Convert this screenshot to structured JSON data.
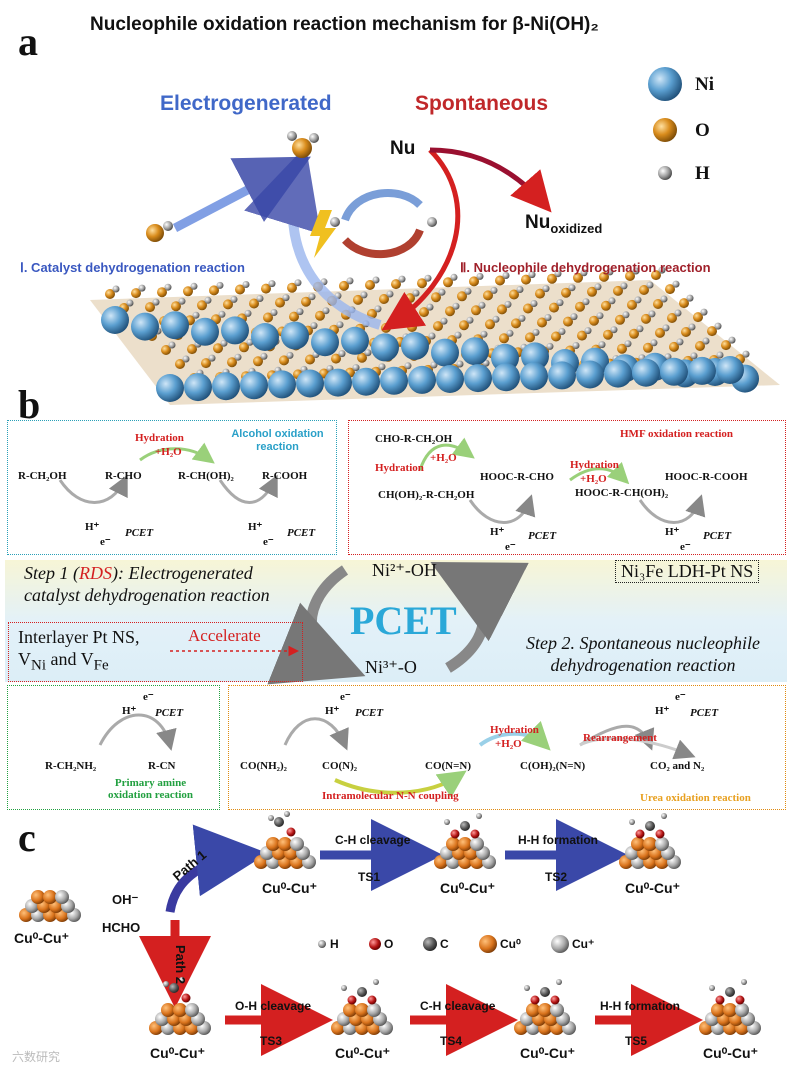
{
  "panels": {
    "a": "a",
    "b": "b",
    "c": "c"
  },
  "a": {
    "title": "Nucleophile oxidation reaction mechanism for β-Ni(OH)₂",
    "electrogenerated": "Electrogenerated",
    "spontaneous": "Spontaneous",
    "nu": "Nu",
    "nu_ox_main": "Nu",
    "nu_ox_sub": "oxidized",
    "reaction1": "Ⅰ. Catalyst dehydrogenation reaction",
    "reaction2": "Ⅱ. Nucleophile dehydrogenation reaction",
    "legend": [
      "Ni",
      "O",
      "H"
    ],
    "colors": {
      "ni": "#5b9fd0",
      "o": "#d98c1c",
      "h": "#9a9a9a",
      "blue": "#4068c8",
      "red": "#c0282a"
    }
  },
  "b": {
    "alcohol": {
      "title": "Alcohol oxidation reaction",
      "hydration": "Hydration",
      "h2o": "+H₂O",
      "species": [
        "R-CH₂OH",
        "R-CHO",
        "R-CH(OH)₂",
        "R-COOH"
      ],
      "hplus": "H⁺",
      "eminus": "e⁻",
      "pcet": "PCET"
    },
    "hmf": {
      "title": "HMF oxidation reaction",
      "hydration": "Hydration",
      "h2o": "+H₂O",
      "hydration2": "Hydration",
      "h2o2": "+H₂O",
      "s1": "CHO-R-CH₂OH",
      "s2": "CH(OH)₂-R-CH₂OH",
      "s3": "HOOC-R-CHO",
      "s4": "HOOC-R-CH(OH)₂",
      "s5": "HOOC-R-COOH",
      "hplus": "H⁺",
      "eminus": "e⁻",
      "pcet": "PCET"
    },
    "step1_a": "Step 1 (",
    "step1_rds": "RDS",
    "step1_b": "): Electrogenerated",
    "step1_c": "catalyst dehydrogenation reaction",
    "ni_label": "Ni₃Fe LDH-Pt NS",
    "ni2": "Ni²⁺-OH",
    "ni3": "Ni³⁺-O",
    "pcet_center": "PCET",
    "interlayer1": "Interlayer Pt NS,",
    "interlayer2": "V",
    "interlayer2_sub1": "Ni",
    "interlayer2_and": " and V",
    "interlayer2_sub2": "Fe",
    "accelerate": "Accelerate",
    "step2_a": "Step 2. Spontaneous nucleophile",
    "step2_b": "dehydrogenation reaction",
    "amine": {
      "title1": "Primary amine",
      "title2": "oxidation reaction",
      "s1": "R-CH₂NH₂",
      "s2": "R-CN",
      "hplus": "H⁺",
      "eminus": "e⁻",
      "pcet": "PCET"
    },
    "urea": {
      "s1": "CO(NH₂)₂",
      "s2": "CO(N)₂",
      "s3": "CO(N=N)",
      "s4": "C(OH)₂(N=N)",
      "s5": "CO₂ and N₂",
      "hydration": "Hydration",
      "h2o": "+H₂O",
      "rearrangement": "Rearrangement",
      "coupling": "Intramolecular N-N coupling",
      "title": "Urea oxidation reaction",
      "hplus": "H⁺",
      "eminus": "e⁻",
      "pcet": "PCET"
    }
  },
  "c": {
    "cu_label": "Cu⁰-Cu⁺",
    "oh": "OH⁻",
    "hcho": "HCHO",
    "path1": "Path 1",
    "path2": "Path 2",
    "ch_cleavage": "C-H cleavage",
    "hh_formation": "H-H formation",
    "oh_cleavage": "O-H cleavage",
    "ts": [
      "TS1",
      "TS2",
      "TS3",
      "TS4",
      "TS5"
    ],
    "legend": [
      "H",
      "O",
      "C",
      "Cu⁰",
      "Cu⁺"
    ]
  },
  "watermark": "六数研究"
}
